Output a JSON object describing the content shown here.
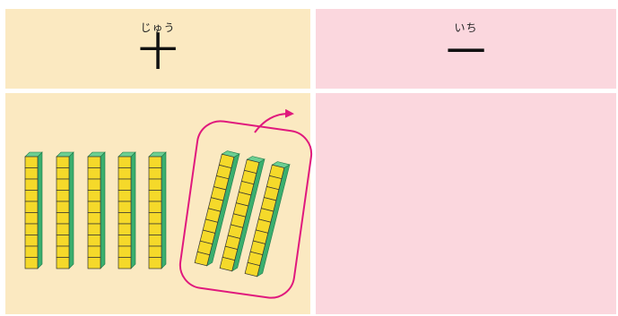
{
  "columns": [
    {
      "furigana": "じゅう",
      "kanji": "十"
    },
    {
      "furigana": "いち",
      "kanji": "一"
    }
  ],
  "blocks": {
    "loose_count": 5,
    "grouped_count": 3,
    "cubes_per_rod": 10
  },
  "colors": {
    "tens_bg": "#fbe9c1",
    "ones_bg": "#fbd7de",
    "cube_face": "#f5d92a",
    "rod_side": "#3aaf6e",
    "group_outline": "#e0197d"
  },
  "icons": {
    "move_arrow": "curved-arrow-right"
  }
}
